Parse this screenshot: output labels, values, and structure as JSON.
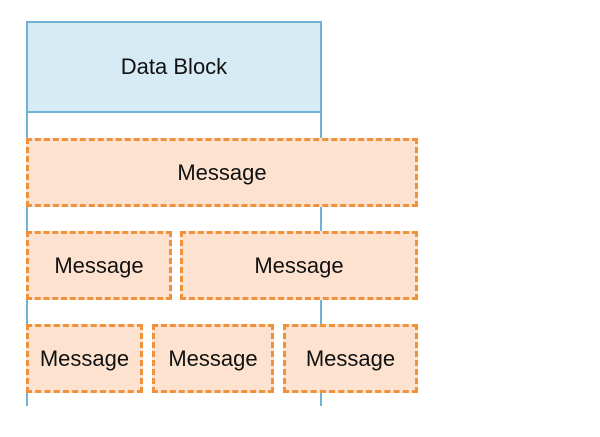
{
  "diagram": {
    "data_block": {
      "label": "Data Block"
    },
    "rows": [
      {
        "messages": [
          "Message"
        ]
      },
      {
        "messages": [
          "Message",
          "Message"
        ]
      },
      {
        "messages": [
          "Message",
          "Message",
          "Message"
        ]
      }
    ]
  },
  "colors": {
    "data_block_fill": "#d6ebf3",
    "data_block_stroke": "#6fb3d2",
    "message_fill": "#fde2cf",
    "message_stroke": "#f0913c"
  }
}
